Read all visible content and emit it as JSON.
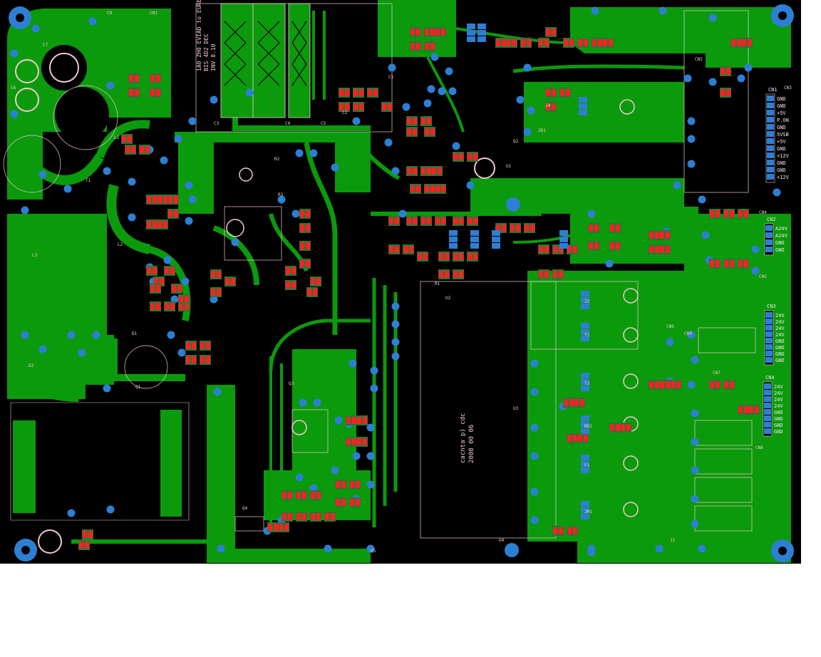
{
  "board": {
    "silk_notes": [
      "1A0 ZH0 EVIAD to EURE",
      "BIS 4D2 DEC",
      "INV 8.10"
    ],
    "ic_label_lines": [
      "cacnta p) cdc",
      "2008 00 06"
    ],
    "ref_designators": [
      "T1",
      "L1",
      "L2",
      "L3",
      "D1",
      "D2",
      "Q1",
      "Q2",
      "U1",
      "U2",
      "U3",
      "U4",
      "R1",
      "R2",
      "R3",
      "C1",
      "C2",
      "C3",
      "C4",
      "C5",
      "C6",
      "C7",
      "C8",
      "CN1",
      "CN2",
      "CN3",
      "CN4",
      "CN5",
      "CN6",
      "CN7",
      "CN8",
      "CN9",
      "J1",
      "J2",
      "T2",
      "T3",
      "BD1",
      "F1",
      "JM1",
      "J4",
      "ZD1",
      "Q3",
      "Q4",
      "Q5"
    ],
    "connectors": [
      {
        "name": "CN1",
        "pins": [
          "GND",
          "GND",
          "+5V",
          "P.ON",
          "GND",
          "5VSB",
          "+5V",
          "GND",
          "+12V",
          "GND",
          "GND",
          "+12V"
        ]
      },
      {
        "name": "CN2",
        "pins": [
          "A24V",
          "A24V",
          "GND",
          "GND"
        ]
      },
      {
        "name": "CN3",
        "pins": [
          "24V",
          "24V",
          "24V",
          "24V",
          "GND",
          "GND",
          "GND",
          "GND"
        ]
      },
      {
        "name": "CN4",
        "pins": [
          "24V",
          "24V",
          "24V",
          "24V",
          "GND",
          "GND",
          "GND",
          "GND"
        ]
      }
    ],
    "colors": {
      "board": "#000000",
      "copper": "#0b9a0b",
      "pad": "#ff2020",
      "smd": "#1e7a3a",
      "via": "#2d7fd4",
      "silk": "#f2c9cf",
      "page": "#ffffff"
    }
  }
}
